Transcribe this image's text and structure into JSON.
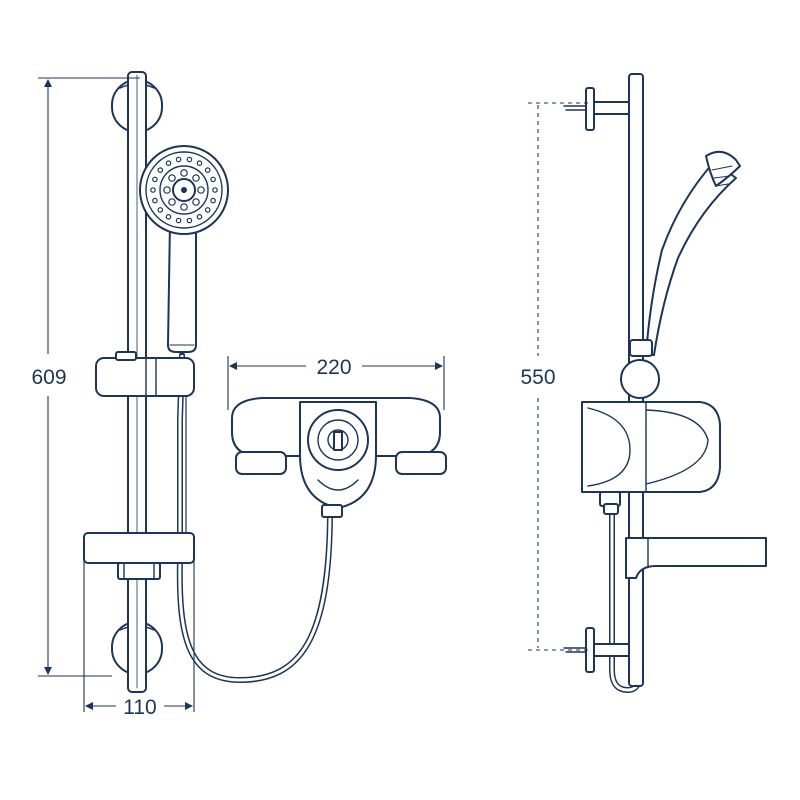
{
  "dimensions": {
    "front_height": "609",
    "front_width": "110",
    "mixer_width": "220",
    "side_height": "550"
  },
  "colors": {
    "line": "#1d3557",
    "background": "#ffffff"
  }
}
